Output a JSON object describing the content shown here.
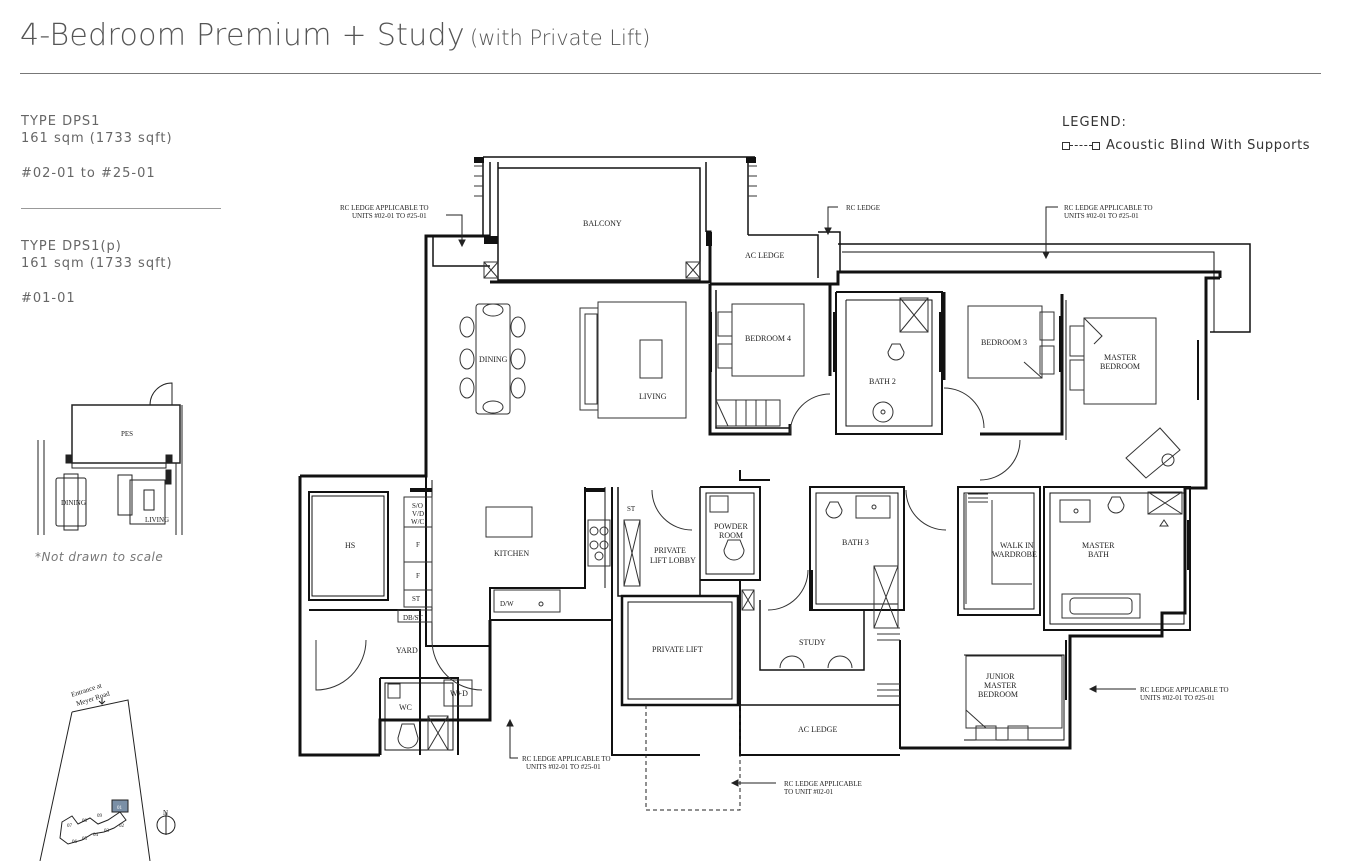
{
  "header": {
    "title": "4-Bedroom Premium + Study",
    "subtitle": "(with Private Lift)"
  },
  "unit_types": [
    {
      "type": "TYPE DPS1",
      "area": "161 sqm (1733 sqft)",
      "units": "#02-01 to #25-01"
    },
    {
      "type": "TYPE DPS1(p)",
      "area": "161 sqm (1733 sqft)",
      "units": "#01-01"
    }
  ],
  "legend": {
    "title": "LEGEND:",
    "item": "Acoustic Blind With Supports"
  },
  "key_plan": {
    "note": "*Not drawn to scale",
    "pes_label": "PES",
    "dining_label": "DINING",
    "living_label": "LIVING"
  },
  "site_plan": {
    "entrance": [
      "Entrance at",
      "Meyer Road"
    ],
    "north": "N",
    "blocks": [
      "01",
      "02",
      "03",
      "04",
      "05",
      "06",
      "07",
      "08",
      "09"
    ]
  },
  "rooms": {
    "balcony": "BALCONY",
    "ac_ledge_top": "AC LEDGE",
    "bedroom4": "BEDROOM 4",
    "bath2": "BATH 2",
    "bedroom3": "BEDROOM 3",
    "master_bedroom": [
      "MASTER",
      "BEDROOM"
    ],
    "dining": "DINING",
    "living": "LIVING",
    "kitchen": "KITCHEN",
    "hs": "HS",
    "yard": "YARD",
    "wc": "WC",
    "wd": "W+D",
    "powder_room": [
      "POWDER",
      "ROOM"
    ],
    "private_lift_lobby": [
      "PRIVATE",
      "LIFT LOBBY"
    ],
    "private_lift": "PRIVATE LIFT",
    "bath3": "BATH 3",
    "study": "STUDY",
    "walkin_wardrobe": [
      "WALK IN",
      "WARDROBE"
    ],
    "master_bath": [
      "MASTER",
      "BATH"
    ],
    "junior_master_bedroom": [
      "JUNIOR",
      "MASTER",
      "BEDROOM"
    ],
    "ac_ledge_bottom": "AC LEDGE",
    "so_vd_wc": [
      "S/O",
      "V/D",
      "W/C"
    ],
    "f1": "F",
    "f2": "F",
    "st1": "ST",
    "st2": "ST",
    "dbst": "DB/ST",
    "dw": "D/W"
  },
  "annotations": {
    "rc_ledge_left_top": [
      "RC LEDGE APPLICABLE TO",
      "UNITS #02-01 TO #25-01"
    ],
    "rc_ledge": "RC LEDGE",
    "rc_ledge_right_top": [
      "RC LEDGE APPLICABLE TO",
      "UNITS #02-01 TO #25-01"
    ],
    "rc_ledge_right_bottom": [
      "RC LEDGE APPLICABLE TO",
      "UNITS #02-01 TO #25-01"
    ],
    "rc_ledge_bottom_left": [
      "RC LEDGE APPLICABLE TO",
      "UNITS #02-01 TO #25-01"
    ],
    "rc_ledge_bottom_mid": [
      "RC LEDGE APPLICABLE",
      "TO UNIT #02-01"
    ]
  }
}
